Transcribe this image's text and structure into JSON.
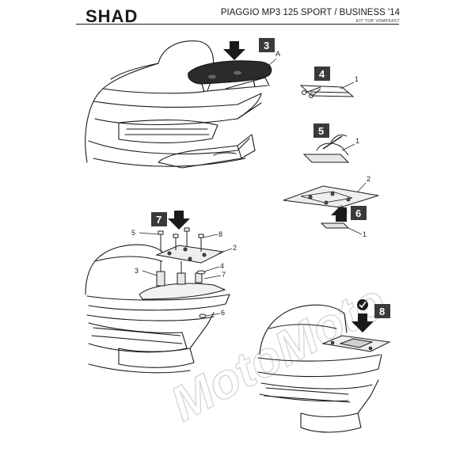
{
  "header": {
    "brand": "SHAD",
    "model": "PIAGGIO MP3 125 SPORT / BUSINESS '14",
    "kit_code": "KIT TOP V0MP54ST"
  },
  "steps": [
    "3",
    "4",
    "5",
    "6",
    "7",
    "8"
  ],
  "callouts": {
    "a": "A",
    "c1": "1",
    "c2": "2",
    "c3": "3",
    "c4": "4",
    "c5": "5",
    "c6": "6",
    "c7": "7",
    "c8": "8"
  },
  "watermark": "MotoMoto",
  "colors": {
    "ink": "#1a1a1a",
    "step_badge": "#3a3a3a",
    "watermark": "#d4d4d4"
  },
  "icons": [
    "check-icon",
    "arrow-down-icon",
    "arrow-up-icon"
  ]
}
